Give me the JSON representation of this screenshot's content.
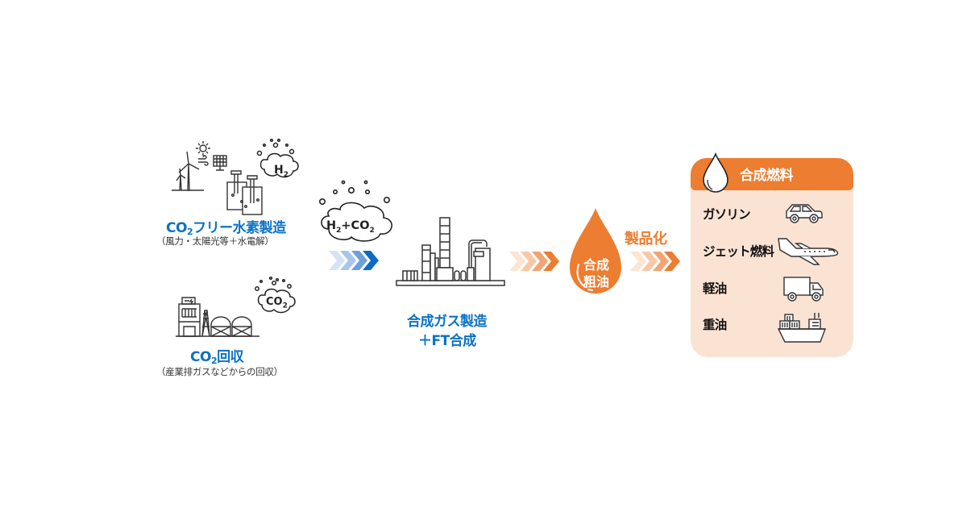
{
  "diagram": {
    "colors": {
      "blue": "#0a72c5",
      "orange": "#ec7d31",
      "panel_bg": "#fbe3d4",
      "line": "#333333"
    },
    "inputs": [
      {
        "title_prefix": "CO",
        "title_sub": "2",
        "title_suffix": "フリー水素製造",
        "subtitle": "（風力・太陽光等＋水電解）",
        "cloud": {
          "main": "H",
          "sub": "2",
          "rest": ""
        },
        "icons": [
          "sun-icon",
          "wind-turbine-icon",
          "wind-icon",
          "solar-panel-icon",
          "electrolyzer-icon"
        ]
      },
      {
        "title_prefix": "CO",
        "title_sub": "2",
        "title_suffix": "回収",
        "subtitle": "（産業排ガスなどからの回収）",
        "cloud": {
          "main": "CO",
          "sub": "2",
          "rest": ""
        },
        "icons": [
          "factory-building-icon",
          "pylon-icon",
          "gas-tank-icon"
        ]
      }
    ],
    "mix_cloud": {
      "h": "H",
      "h_sub": "2",
      "plus": "+CO",
      "co_sub": "2"
    },
    "process": {
      "line1": "合成ガス製造",
      "line2": "＋FT合成"
    },
    "crude": {
      "line1": "合成",
      "line2": "粗油"
    },
    "productization_label": "製品化",
    "products": {
      "header": "合成燃料",
      "items": [
        {
          "label": "ガソリン",
          "icon": "car-icon"
        },
        {
          "label": "ジェット燃料",
          "icon": "airplane-icon"
        },
        {
          "label": "軽油",
          "icon": "truck-icon"
        },
        {
          "label": "重油",
          "icon": "ship-icon"
        }
      ]
    }
  }
}
